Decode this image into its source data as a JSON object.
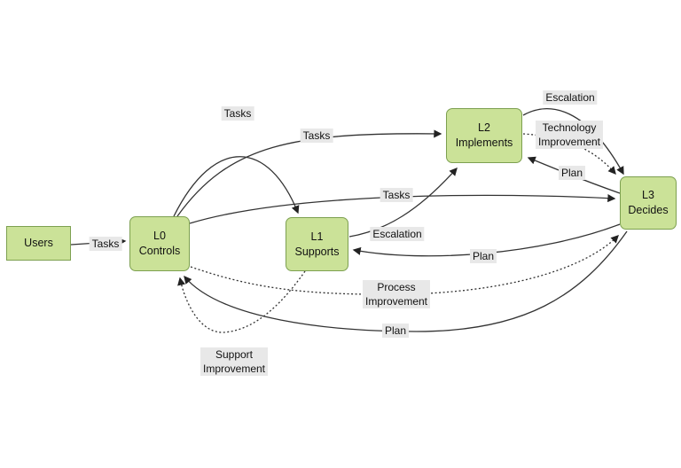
{
  "colors": {
    "background": "#ffffff",
    "node_fill": "#cbe298",
    "node_border": "#7da050",
    "edge": "#333333",
    "arrow": "#222222",
    "label_bg": "#e8e8e8",
    "text": "#111111"
  },
  "nodes": {
    "users": {
      "lines": [
        "Users"
      ]
    },
    "l0": {
      "lines": [
        "L0",
        "Controls"
      ]
    },
    "l1": {
      "lines": [
        "L1",
        "Supports"
      ]
    },
    "l2": {
      "lines": [
        "L2",
        "Implements"
      ]
    },
    "l3": {
      "lines": [
        "L3",
        "Decides"
      ]
    }
  },
  "edge_labels": {
    "users_l0_tasks": "Tasks",
    "l0_l1_tasks": "Tasks",
    "l0_l2_tasks": "Tasks",
    "l0_l3_tasks": "Tasks",
    "l2_l3_escalation": "Escalation",
    "l1_l2_escalation": "Escalation",
    "l3_l2_plan": "Plan",
    "l3_l1_plan": "Plan",
    "l3_l0_plan": "Plan",
    "technology_improvement": {
      "lines": [
        "Technology",
        "Improvement"
      ]
    },
    "process_improvement": {
      "lines": [
        "Process",
        "Improvement"
      ]
    },
    "support_improvement": {
      "lines": [
        "Support",
        "Improvement"
      ]
    }
  }
}
